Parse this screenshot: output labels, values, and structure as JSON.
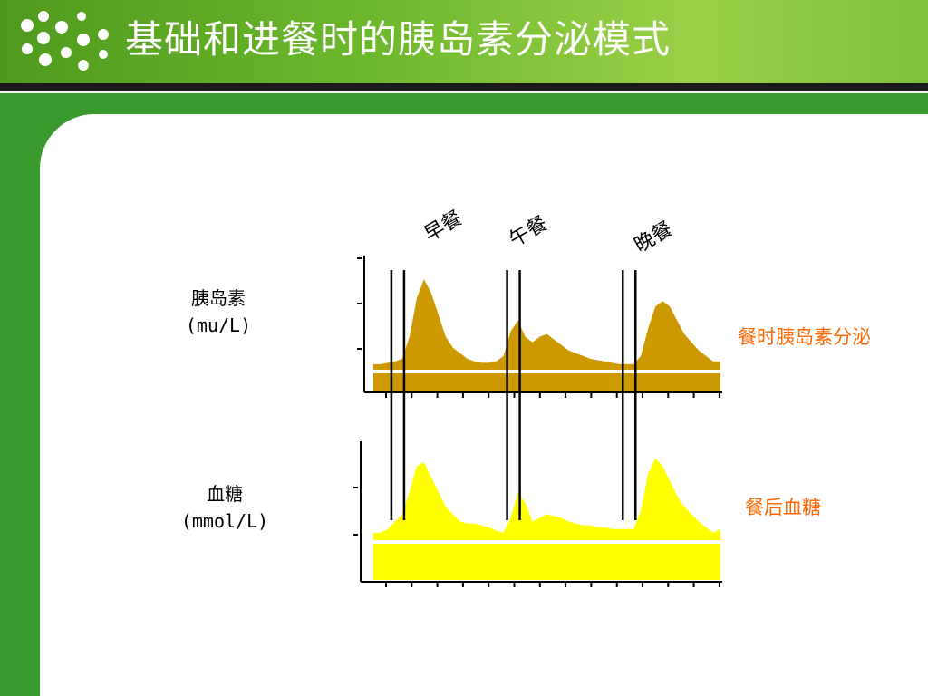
{
  "slide": {
    "title": "基础和进餐时的胰岛素分泌模式"
  },
  "colors": {
    "title_green": "#6cb82c",
    "frame_green": "#3a9a2e",
    "insulin_fill": "#cc9900",
    "glucose_fill": "#ffff00",
    "annotation_orange": "#ff6600"
  },
  "chart_data": [
    {
      "type": "area",
      "series": [
        {
          "name": "餐时胰岛素分泌",
          "x": [
            0,
            0.5,
            1,
            1.5,
            2,
            2.5,
            3,
            3.5,
            4,
            4.5,
            5,
            5.5,
            6,
            6.5,
            7,
            7.5,
            8,
            8.5,
            9,
            9.5,
            10,
            10.5,
            11,
            11.5,
            12,
            12.5,
            13,
            13.5,
            14,
            14.5,
            15,
            15.5,
            16,
            16.5,
            17,
            17.5,
            18,
            18.5,
            19,
            19.5,
            20,
            20.5,
            21,
            21.5,
            22,
            22.5,
            23,
            23.5,
            24
          ],
          "values": [
            0.2,
            0.2,
            0.25,
            0.3,
            0.4,
            1.2,
            2.6,
            3.3,
            2.8,
            2.0,
            1.2,
            0.8,
            0.6,
            0.4,
            0.3,
            0.25,
            0.25,
            0.3,
            0.5,
            1.4,
            1.8,
            1.2,
            1.0,
            1.2,
            1.3,
            1.1,
            0.9,
            0.7,
            0.6,
            0.5,
            0.4,
            0.35,
            0.3,
            0.25,
            0.2,
            0.2,
            0.2,
            0.5,
            1.5,
            2.3,
            2.5,
            2.3,
            1.8,
            1.3,
            1.0,
            0.7,
            0.5,
            0.3,
            0.3
          ]
        }
      ],
      "xlabel": "",
      "ylabel": "胰岛素",
      "yunit": "(mu/L)",
      "ylim": [
        0,
        4
      ],
      "meals": [
        {
          "name": "早餐",
          "x": 2.0
        },
        {
          "name": "午餐",
          "x": 10.0
        },
        {
          "name": "晚餐",
          "x": 18.0
        }
      ],
      "annotation": "餐时胰岛素分泌",
      "grid": false
    },
    {
      "type": "area",
      "series": [
        {
          "name": "餐后血糖",
          "x": [
            0,
            0.5,
            1,
            1.5,
            2,
            2.5,
            3,
            3.5,
            4,
            4.5,
            5,
            5.5,
            6,
            6.5,
            7,
            7.5,
            8,
            8.5,
            9,
            9.5,
            10,
            10.5,
            11,
            11.5,
            12,
            12.5,
            13,
            13.5,
            14,
            14.5,
            15,
            15.5,
            16,
            16.5,
            17,
            17.5,
            18,
            18.5,
            19,
            19.5,
            20,
            20.5,
            21,
            21.5,
            22,
            22.5,
            23,
            23.5,
            24
          ],
          "values": [
            0.2,
            0.2,
            0.3,
            0.5,
            0.7,
            1.3,
            2.0,
            2.1,
            1.7,
            1.3,
            0.9,
            0.7,
            0.5,
            0.45,
            0.45,
            0.4,
            0.35,
            0.25,
            0.2,
            0.6,
            1.3,
            1.0,
            0.5,
            0.6,
            0.7,
            0.65,
            0.6,
            0.5,
            0.45,
            0.4,
            0.4,
            0.35,
            0.35,
            0.3,
            0.3,
            0.3,
            0.3,
            0.8,
            1.8,
            2.2,
            2.0,
            1.6,
            1.2,
            0.9,
            0.7,
            0.5,
            0.35,
            0.2,
            0.3
          ]
        }
      ],
      "xlabel": "",
      "ylabel": "血糖",
      "yunit": "(mmol/L)",
      "ylim": [
        0,
        3
      ],
      "annotation": "餐后血糖",
      "grid": false
    }
  ]
}
